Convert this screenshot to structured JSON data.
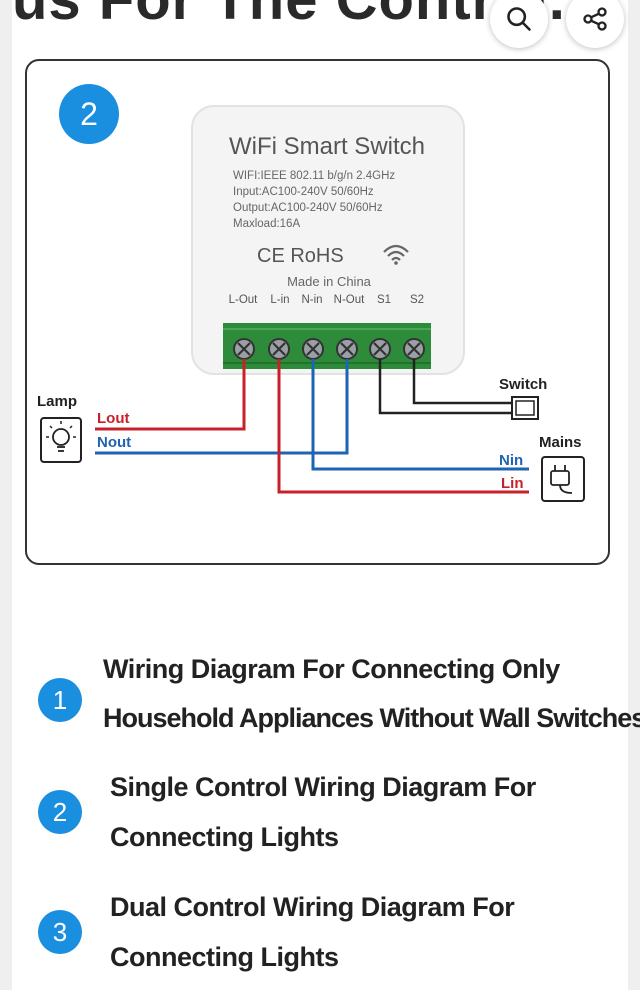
{
  "header": {
    "partial_title": "us For The Control...",
    "search_icon": "search-icon",
    "share_icon": "share-icon"
  },
  "diagram": {
    "badge": "2",
    "device": {
      "title": "WiFi Smart Switch",
      "specs": [
        "WIFI:IEEE 802.11 b/g/n 2.4GHz",
        "Input:AC100-240V 50/60Hz",
        "Output:AC100-240V 50/60Hz",
        "Maxload:16A"
      ],
      "certs": "CE RoHS",
      "made_in": "Made in China",
      "terminals": [
        "L-Out",
        "L-in",
        "N-in",
        "N-Out",
        "S1",
        "S2"
      ]
    },
    "labels": {
      "lamp": "Lamp",
      "lout": "Lout",
      "nout": "Nout",
      "switch": "Switch",
      "mains": "Mains",
      "nin": "Nin",
      "lin": "Lin"
    },
    "colors": {
      "live": "#c8202a",
      "neutral": "#1f63b3",
      "switch_wire": "#222222",
      "terminal_block": "#2e8b3a",
      "badge": "#1a8fe0"
    }
  },
  "steps": [
    {
      "num": "1",
      "lines": [
        "Wiring Diagram For Connecting Only",
        "Household Appliances Without Wall Switches"
      ]
    },
    {
      "num": "2",
      "lines": [
        "Single Control Wiring Diagram For",
        "Connecting Lights"
      ]
    },
    {
      "num": "3",
      "lines": [
        "Dual Control Wiring Diagram For",
        "Connecting Lights"
      ]
    }
  ]
}
